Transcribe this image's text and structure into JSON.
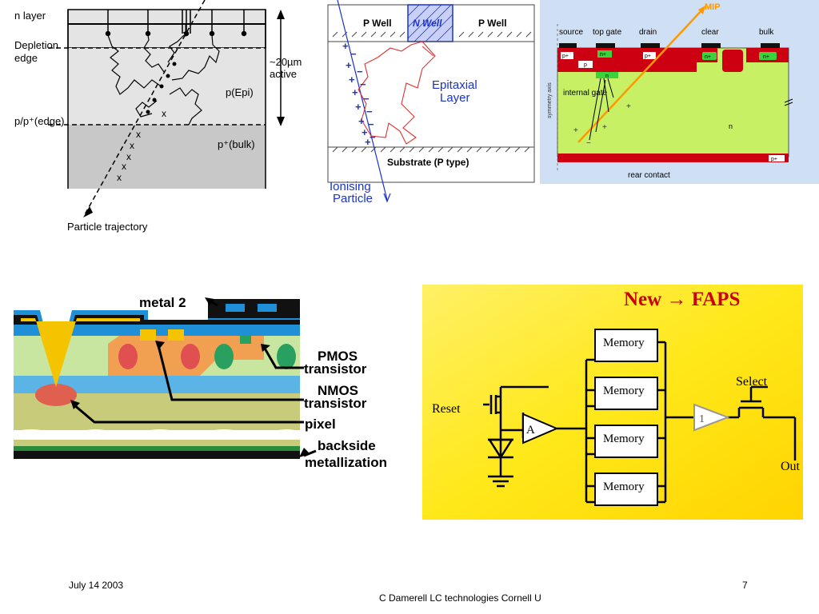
{
  "slide": {
    "date": "July 14 2003",
    "page": "7",
    "credit": "C Damerell LC technologies Cornell U"
  },
  "epi": {
    "n_layer": "n layer",
    "depletion_1": "Depletion",
    "depletion_2": "edge",
    "active_1": "~20µm",
    "active_2": "active",
    "pepi": "p(Epi)",
    "pp_edge": "p/p⁺(edge)",
    "p_bulk": "p⁺(bulk)",
    "trajectory": "Particle trajectory",
    "x_mark": "x"
  },
  "maps": {
    "p_well_left": "P Well",
    "n_well": "N Well",
    "p_well_right": "P Well",
    "epitaxial_1": "Epitaxial",
    "epitaxial_2": "Layer",
    "substrate": "Substrate (P type)",
    "ionising_1": "Ionising",
    "ionising_2": "Particle",
    "plus": "+",
    "minus": "−"
  },
  "depfet": {
    "mip": "MIP",
    "source": "source",
    "top_gate": "top gate",
    "drain": "drain",
    "clear": "clear",
    "bulk": "bulk",
    "pplus": "p+",
    "nplus": "n+",
    "p": "p",
    "n": "n",
    "internal_gate": "internal gate",
    "symmetry_axis": "symmetry axis",
    "n_bulk": "n",
    "rear_contact": "rear contact",
    "plus": "+",
    "minus": "−"
  },
  "cmos": {
    "metal2": "metal 2",
    "pmos_1": "PMOS",
    "pmos_2": "transistor",
    "nmos_1": "NMOS",
    "nmos_2": "transistor",
    "pixel": "pixel",
    "backside_1": "backside",
    "backside_2": "metallization"
  },
  "faps": {
    "title": "New → FAPS",
    "reset": "Reset",
    "amp": "A",
    "memory": [
      "Memory",
      "Memory",
      "Memory",
      "Memory"
    ],
    "buffer": "1",
    "select": "Select",
    "out": "Out"
  },
  "colors": {
    "epi_gray": "#e4e4e4",
    "bulk_gray": "#c8c8c8",
    "maps_blue": "#1a33cc",
    "maps_red": "#e03030",
    "depfet_sky": "#cfe0f5",
    "depfet_green": "#c8f064",
    "depfet_red": "#cc0010",
    "mip_orange": "#ff9900",
    "faps_yellow": "#ffe81a",
    "faps_title_red": "#cc0000"
  }
}
